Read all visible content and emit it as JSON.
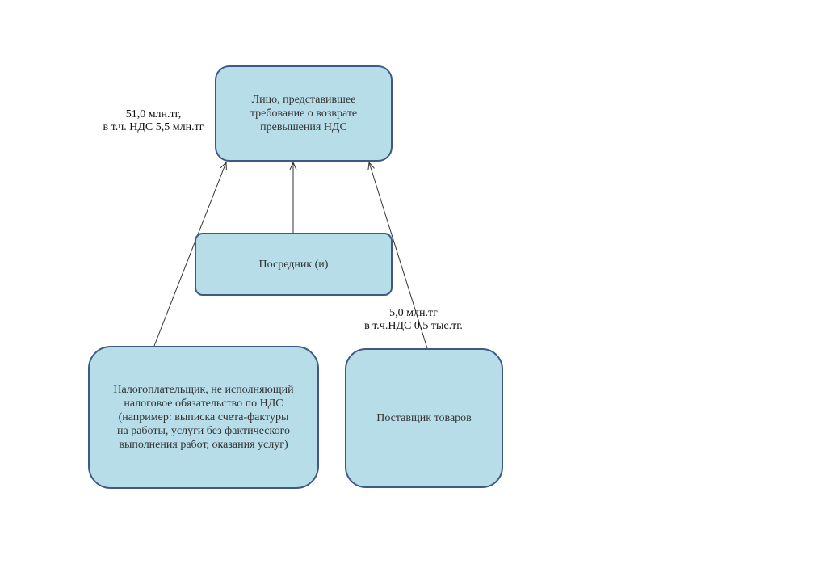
{
  "diagram": {
    "nodes": {
      "claimant": "Лицо, представившее\nтребование о возврате\nпревышения НДС",
      "intermediary": "Посредник (и)",
      "taxpayer": "Налогоплательщик, не исполняющий\nналоговое обязательство по НДС\n(например: выписка счета-фактуры\nна работы, услуги без фактического\nвыполнения работ, оказания услуг)",
      "supplier": "Поставщик товаров"
    },
    "annotations": {
      "left_amount": "51,0 млн.тг,\nв т.ч. НДС 5,5 млн.тг",
      "right_amount": "5,0 млн.тг\nв т.ч.НДС 0,5 тыс.тг."
    },
    "edges": [
      {
        "from": "taxpayer",
        "to": "claimant"
      },
      {
        "from": "intermediary",
        "to": "claimant"
      },
      {
        "from": "supplier",
        "to": "claimant"
      }
    ],
    "colors": {
      "box_fill": "#b7dde8",
      "box_border": "#3e5a84",
      "connector": "#333333"
    }
  }
}
